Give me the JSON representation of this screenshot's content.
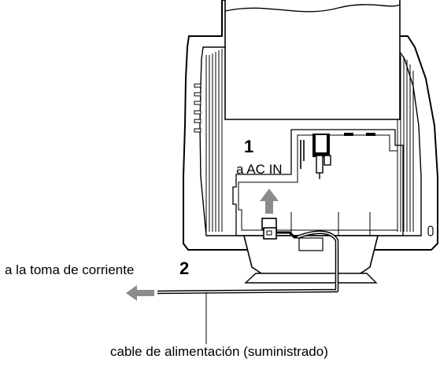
{
  "callouts": {
    "step1_number": "1",
    "step1_text": "a AC IN",
    "step2_text": "a la toma de corriente",
    "step2_number": "2",
    "cable_label": "cable de alimentación (suministrado)"
  },
  "colors": {
    "line": "#000000",
    "arrow": "#8c8c8c",
    "background": "#ffffff"
  }
}
